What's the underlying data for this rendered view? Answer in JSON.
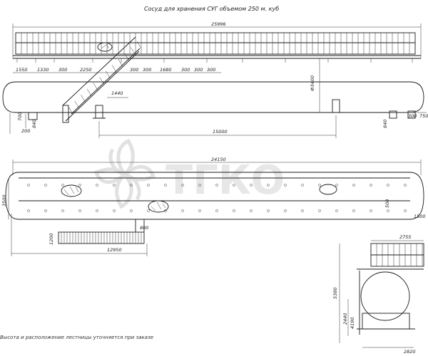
{
  "drawing": {
    "title": "Сосуд для хранения СУГ объемом 250 м. куб",
    "note": "Высота и расположение лестницы уточняется при заказе",
    "watermark": "ТГКО"
  },
  "top_view_dims": {
    "overall_length": "25996",
    "segments": [
      "1550",
      "1330",
      "300",
      "2250",
      "300",
      "300",
      "1680",
      "300",
      "300",
      "300"
    ],
    "platform_offset": "1440",
    "diameter": "Ф3400",
    "saddle_span": "15000",
    "left_h1": "700",
    "left_h2": "840",
    "left_base": "200",
    "right_h1": "840",
    "right_s1": "300",
    "right_s2": "750"
  },
  "plan_view_dims": {
    "overall_length": "24150",
    "left_height": "3500",
    "right_h1": "500",
    "right_h2": "1500",
    "ladder_offset": "800",
    "ladder_w": "1200",
    "ladder_length": "12950"
  },
  "end_view_dims": {
    "width_top": "2755",
    "height_total": "5380",
    "height_mid": "2440",
    "height_low": "4190",
    "base_width": "2820"
  }
}
